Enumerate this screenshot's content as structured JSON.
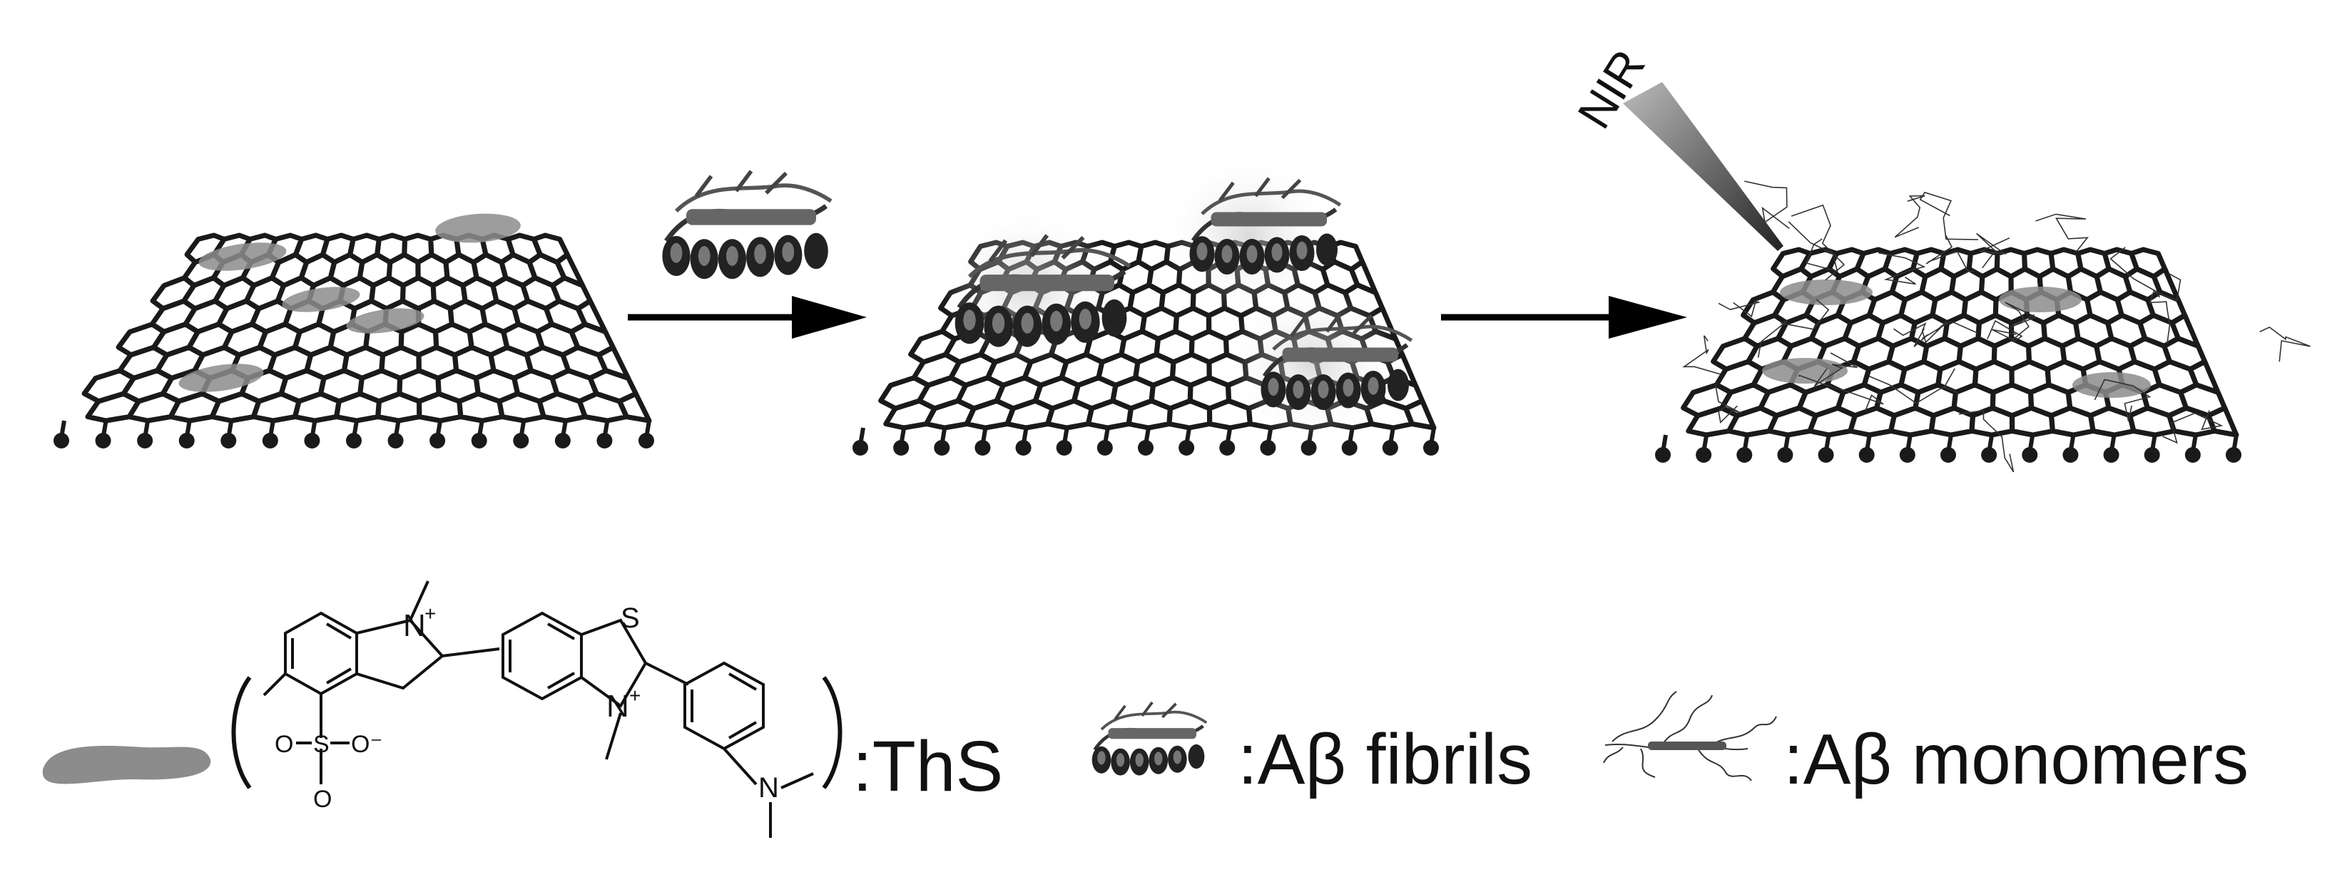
{
  "diagram": {
    "steps": [
      {
        "id": "graphene-ths",
        "label": ""
      },
      {
        "id": "graphene-ths-fibrils",
        "label": ""
      },
      {
        "id": "graphene-ths-monomers",
        "label": ""
      }
    ],
    "laser_label": "NIR",
    "legend": {
      "ths_label": ":ThS",
      "fibrils_label": ":Aβ fibrils",
      "monomers_label": ":Aβ monomers"
    },
    "molecule": {
      "n_plus_top": "N",
      "plus_sign": "+",
      "n_plus_bottom": "N",
      "sulfur": "S",
      "n_amine": "N",
      "sulfonate": "O=S=O",
      "sulfonate_o_minus": "O⁻",
      "sulfonate_o": "O",
      "sulfonate_s": "S",
      "sulfonate_o2": "O"
    },
    "colors": {
      "graphene": "#1a1a1a",
      "ths_blob": "#8c8c8c",
      "protein": "#4a4a4a",
      "arrow": "#000000"
    }
  }
}
